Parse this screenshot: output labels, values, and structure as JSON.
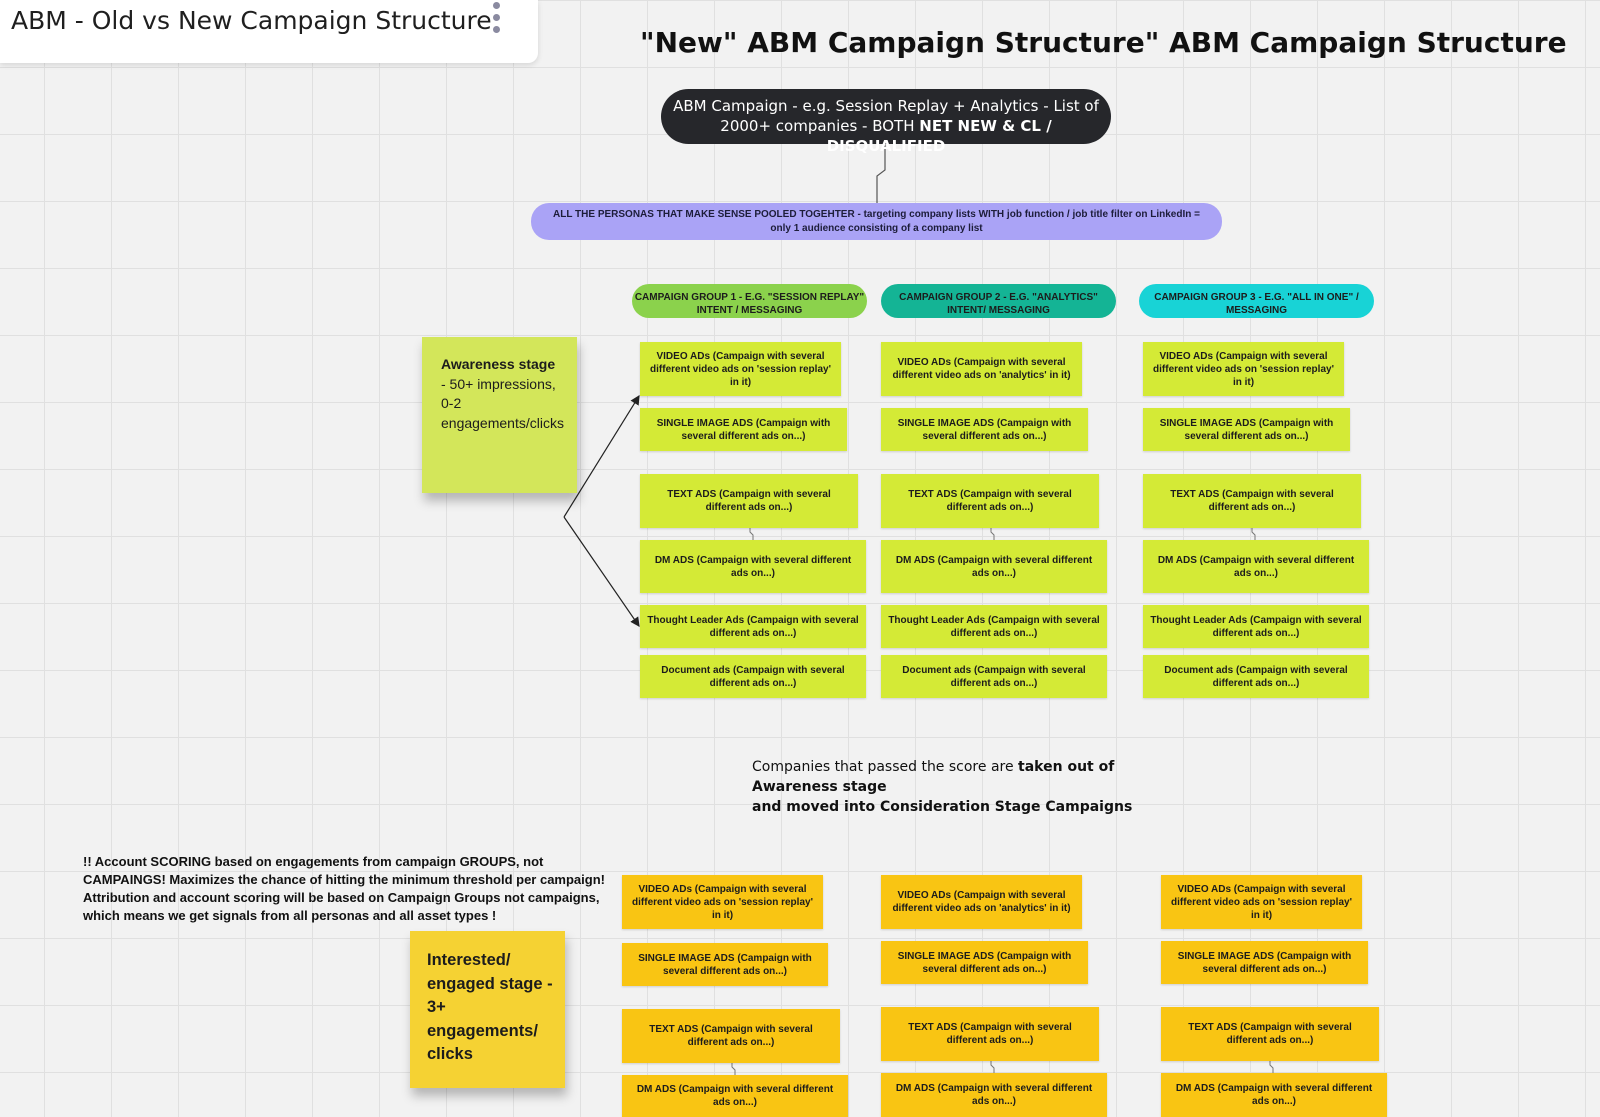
{
  "board": {
    "name": "ABM - Old vs New Campaign Structure"
  },
  "title": "\"New\" ABM Campaign Structure\" ABM Campaign Structure",
  "top_node": {
    "line1": "ABM Campaign - e.g. Session Replay + Analytics  - List of",
    "line2_plain": "2000+ companies - BOTH ",
    "line2_bold": "NET NEW & CL / DISQUALIFIED"
  },
  "personas": {
    "line1": "ALL THE PERSONAS THAT MAKE SENSE POOLED TOGEHTER -  targeting company lists WITH job function / job title filter on LinkedIn =",
    "line2": "only 1 audience consisting of a company list"
  },
  "groups": [
    {
      "label": "CAMPAIGN GROUP 1 - E.G. \"SESSION REPLAY\" INTENT  / MESSAGING",
      "color": "#8bd24c"
    },
    {
      "label": "CAMPAIGN GROUP 2 - E.G. \"ANALYTICS\" INTENT/ MESSAGING",
      "color": "#14b495"
    },
    {
      "label": "CAMPAIGN GROUP 3 - E.G. \"ALL IN ONE\" / MESSAGING",
      "color": "#18d3d6"
    }
  ],
  "awareness_cards": [
    [
      "VIDEO ADs (Campaign with several different video ads on 'session replay' in it)",
      "SINGLE IMAGE ADS (Campaign with several different ads on...)",
      "TEXT ADS (Campaign with several different ads on...)",
      "DM ADS (Campaign with several different ads on...)",
      "Thought Leader Ads (Campaign with several different ads on...)",
      "Document ads (Campaign with several different ads on...)"
    ],
    [
      "VIDEO ADs (Campaign with several different video ads on 'analytics' in it)",
      "SINGLE IMAGE ADS (Campaign with several different ads on...)",
      "TEXT ADS (Campaign with several different ads on...)",
      "DM ADS (Campaign with several different ads on...)",
      "Thought Leader Ads (Campaign with several different ads on...)",
      "Document ads (Campaign with several different ads on...)"
    ],
    [
      "VIDEO ADs (Campaign with several different video ads on 'session replay' in it)",
      "SINGLE IMAGE ADS (Campaign with several different ads on...)",
      "TEXT ADS (Campaign with several different ads on...)",
      "DM ADS (Campaign with several different ads on...)",
      "Thought Leader Ads (Campaign with several different ads on...)",
      "Document ads (Campaign with several different ads on...)"
    ]
  ],
  "awareness_sticky": {
    "bold": "Awareness stage",
    "rest": " - 50+ impressions, 0-2 engagements/clicks"
  },
  "moved_note": {
    "plain": "Companies that passed the score are ",
    "bold1": "taken out of Awareness stage",
    "bold2": "and moved into Consideration Stage Campaigns"
  },
  "scoring_note": [
    "!! Account SCORING based on engagements from campaign GROUPS, not",
    "CAMPAINGS! Maximizes the chance of hitting the minimum threshold per campaign!",
    "Attribution and account scoring will be based on Campaign Groups not campaigns,",
    "which means we get signals from  all personas and all asset types !"
  ],
  "interested_sticky": {
    "text": "Interested/ engaged stage  -  3+ engagements/ clicks"
  },
  "interested_cards": [
    [
      "VIDEO ADs (Campaign with several different video ads on 'session replay' in it)",
      "SINGLE IMAGE ADS (Campaign with several different ads on...)",
      "TEXT ADS (Campaign with several different ads on...)",
      "DM ADS (Campaign with several different ads on...)"
    ],
    [
      "VIDEO ADs (Campaign with several different video ads on 'analytics' in it)",
      "SINGLE IMAGE ADS (Campaign with several different ads on...)",
      "TEXT ADS (Campaign with several different ads on...)",
      "DM ADS (Campaign with several different ads on...)"
    ],
    [
      "VIDEO ADs (Campaign with several different video ads on 'session replay' in it)",
      "SINGLE IMAGE ADS (Campaign with several different ads on...)",
      "TEXT ADS (Campaign with several different ads on...)",
      "DM ADS (Campaign with several different ads on...)"
    ]
  ],
  "colors": {
    "green_card": "#d4ea36",
    "yellow_card": "#f9c513",
    "personas": "#aaa3f6",
    "top_node": "#26272b"
  }
}
